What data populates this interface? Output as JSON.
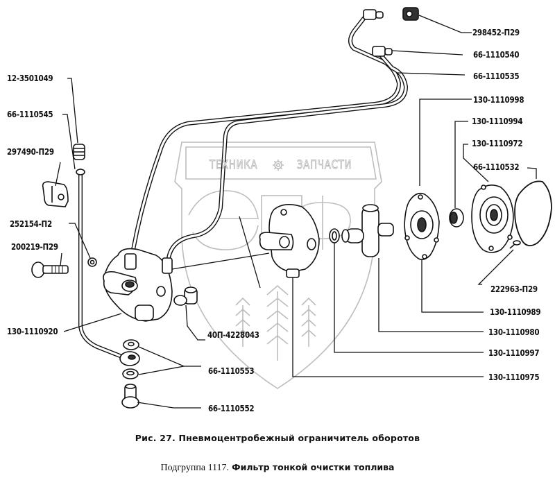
{
  "figure": {
    "caption": "Рис. 27. Пневмоцентробежный ограничитель оборотов",
    "subgroup_prefix": "Подгруппа 1117.",
    "subgroup_title": "Фильтр тонкой очистки топлива"
  },
  "watermark": {
    "left_text": "ТЕХНИКА",
    "right_text": "ЗАПЧАСТИ",
    "logo_letters": "ЭПФ",
    "icon": "gear-icon",
    "color": "#b8b8b8"
  },
  "colors": {
    "ink": "#111111",
    "background": "#ffffff",
    "watermark": "#b8b8b8"
  },
  "labels": {
    "l1": "298452-П29",
    "l2": "66-1110540",
    "l3": "66-1110535",
    "l4": "130-1110998",
    "l5": "130-1110994",
    "l6": "130-1110972",
    "l7": "66-1110532",
    "l8": "222963-П29",
    "l9": "130-1110989",
    "l10": "130-1110980",
    "l11": "130-1110997",
    "l12": "130-1110975",
    "l13": "12-3501049",
    "l14": "66-1110545",
    "l15": "297490-П29",
    "l16": "252154-П2",
    "l17": "200219-П29",
    "l18": "130-1110920",
    "l19": "40П-4228043",
    "l20": "66-1110553",
    "l21": "66-1110552"
  }
}
